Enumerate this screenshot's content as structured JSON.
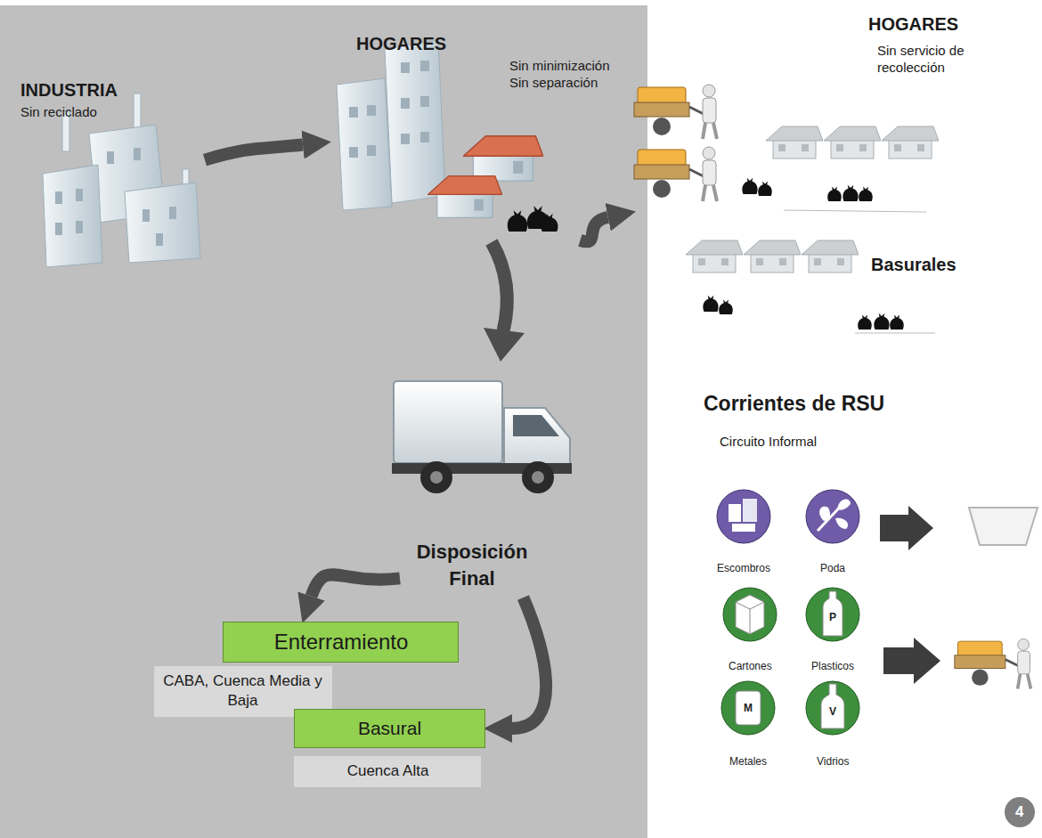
{
  "diagram": {
    "nodes": [
      {
        "text": [
          "INDUSTRIA",
          "Sin reciclado"
        ]
      },
      {
        "text": [
          "HOGARES",
          "Sin minimización Sin separación"
        ]
      },
      {
        "text": [
          "HOGARES",
          "Sin servicio de recolección"
        ]
      },
      {
        "text": [
          "Disposición Final"
        ]
      },
      {
        "text": [
          "Enterramiento"
        ]
      },
      {
        "text": [
          "CABA, Cuenca Media y Baja"
        ]
      },
      {
        "text": [
          "Basural"
        ]
      },
      {
        "text": [
          "Cuenca Alta"
        ]
      }
    ],
    "edges": [
      {
        "from": 0,
        "to": 1,
        "arrow": "to"
      },
      {
        "from": 1,
        "to": 2,
        "arrow": "to"
      },
      {
        "from": 3,
        "to": 4,
        "arrow": "to"
      },
      {
        "from": 3,
        "to": 6,
        "arrow": "to"
      }
    ],
    "labels": [
      "Basurales",
      "Corrientes de RSU",
      "Circuito Informal",
      "Escombros",
      "Poda",
      "Cartones",
      "Plasticos",
      "P",
      "Metales",
      "M",
      "Vidrios",
      "V",
      "4"
    ]
  }
}
